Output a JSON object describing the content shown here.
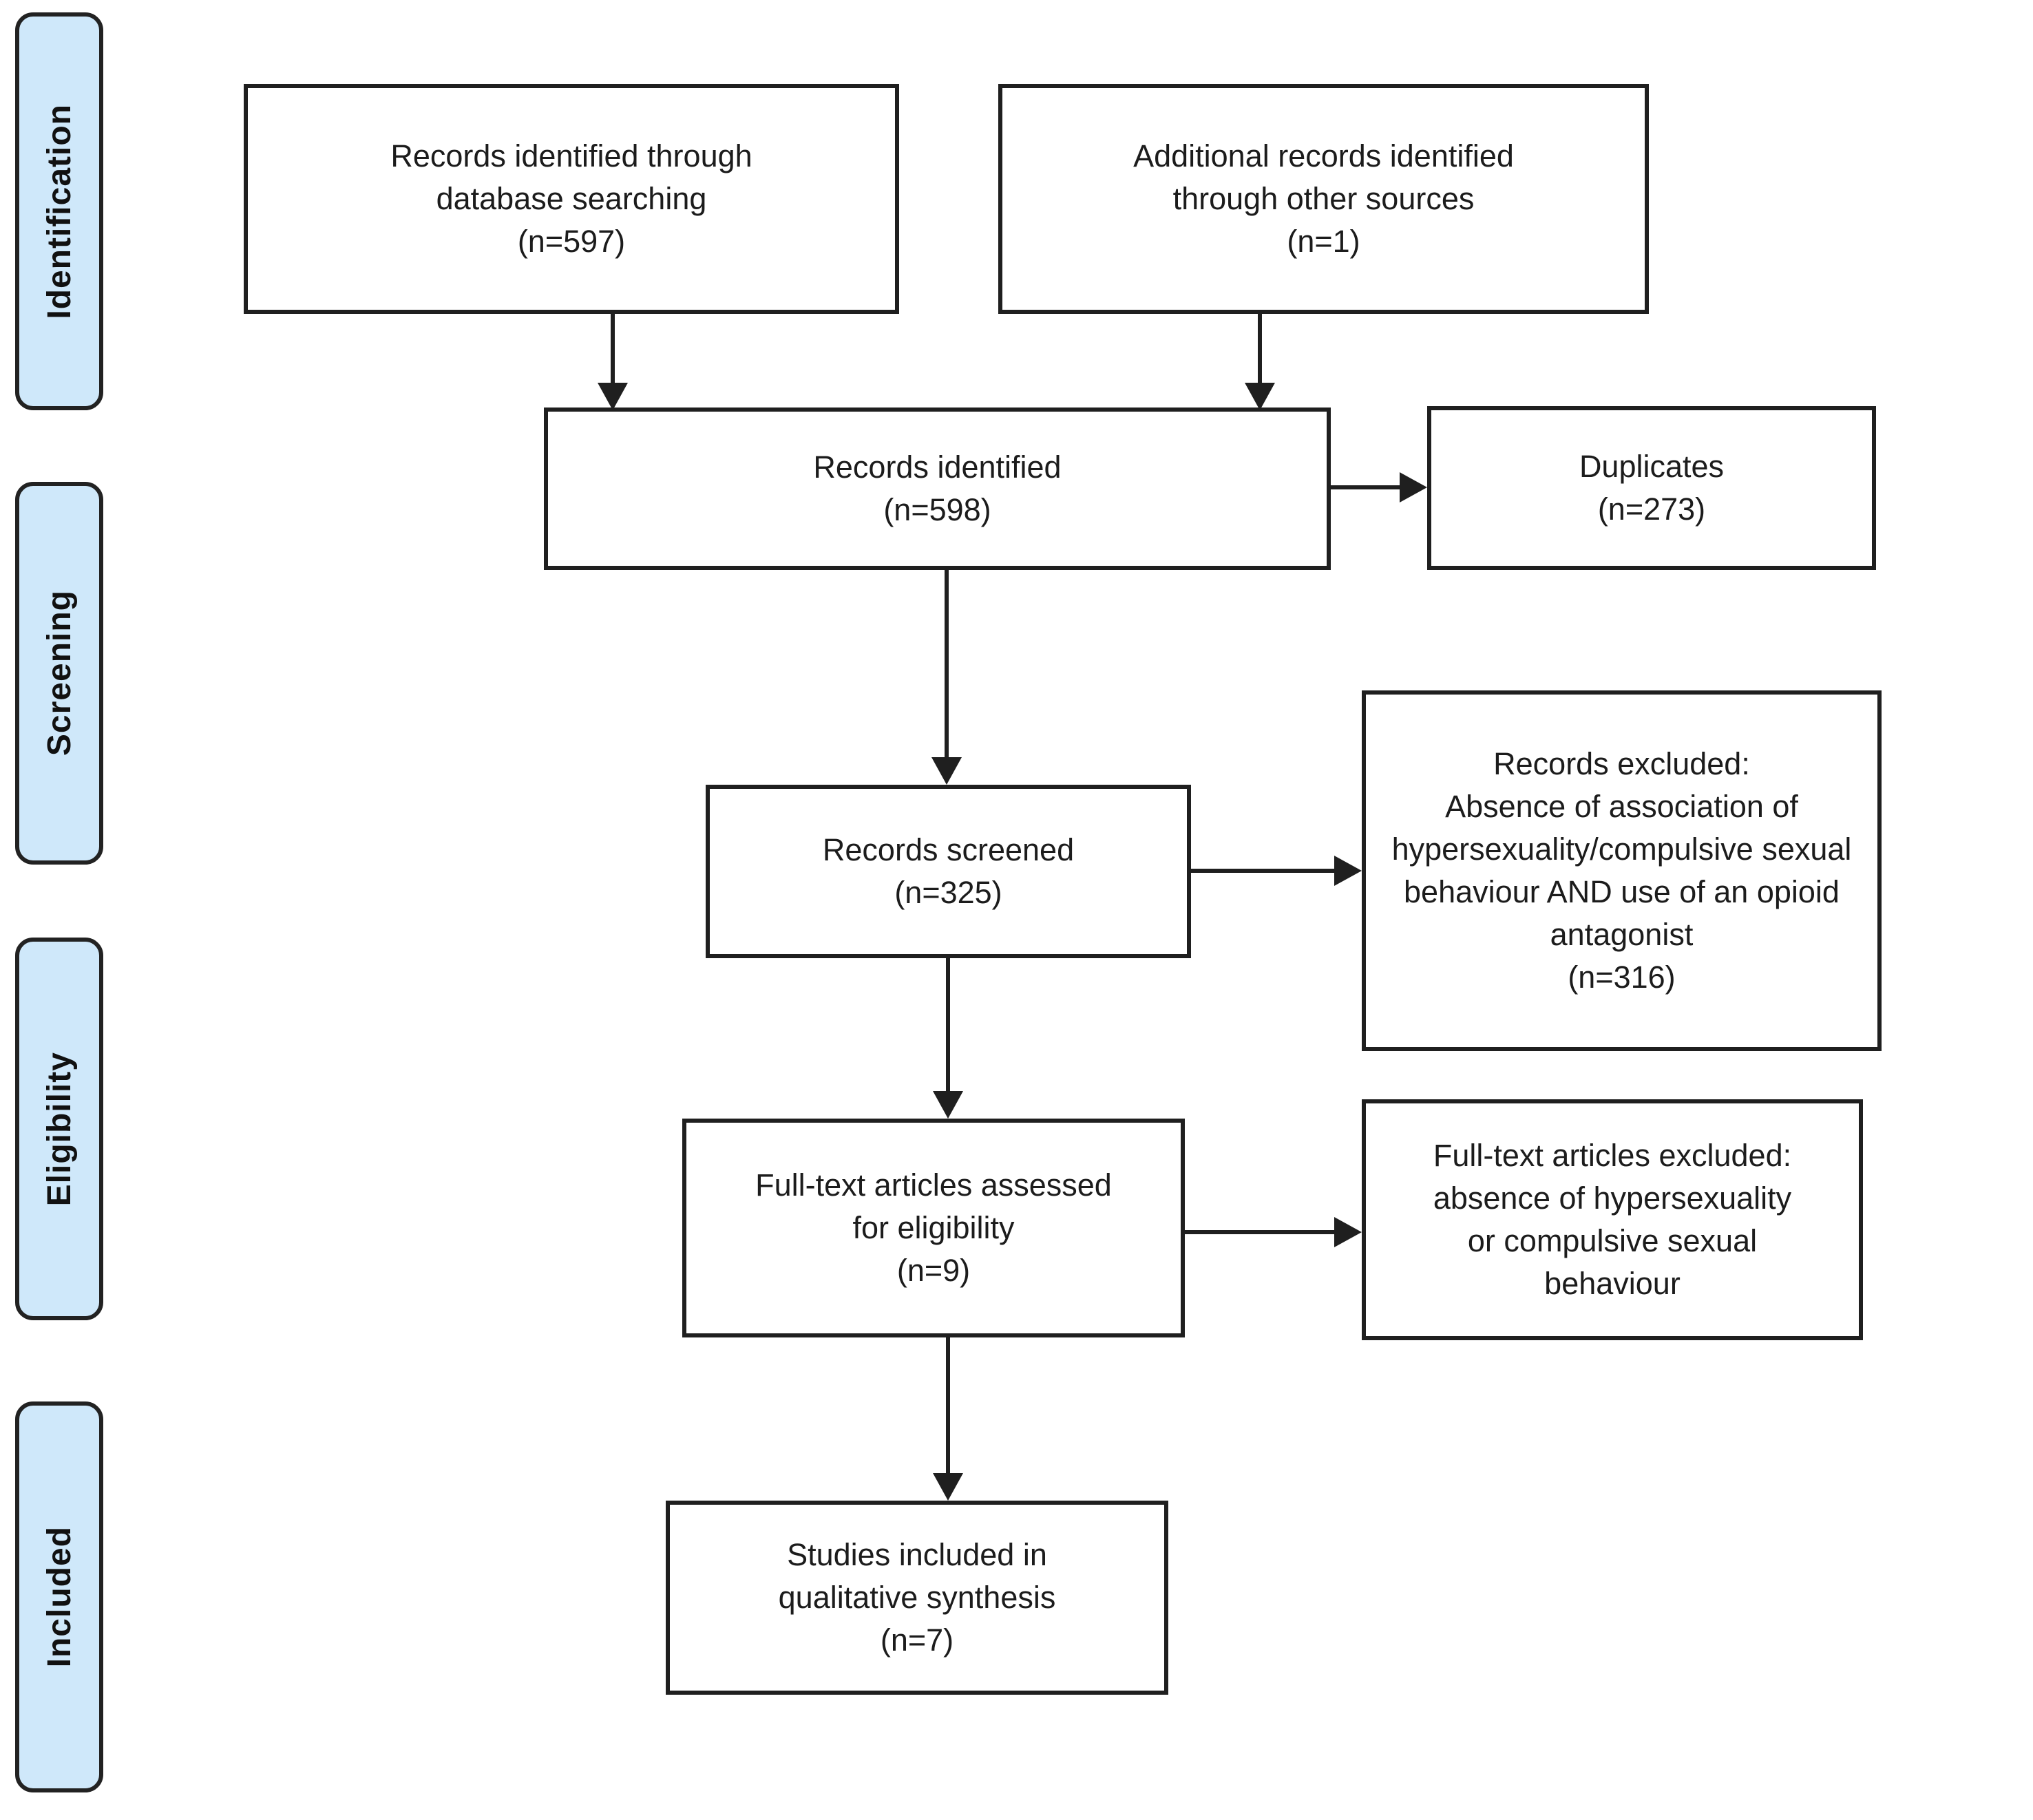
{
  "diagram": {
    "type": "prisma-flowchart",
    "stages": [
      {
        "label": "Identification"
      },
      {
        "label": "Screening"
      },
      {
        "label": "Eligibility"
      },
      {
        "label": "Included"
      }
    ],
    "nodes": {
      "db_records": {
        "text": "Records identified through\ndatabase searching\n(n=597)"
      },
      "other_records": {
        "text": "Additional records identified\nthrough other sources\n(n=1)"
      },
      "identified": {
        "text": "Records identified\n(n=598)"
      },
      "duplicates": {
        "text": "Duplicates\n(n=273)"
      },
      "screened": {
        "text": "Records screened\n(n=325)"
      },
      "records_excluded": {
        "text": "Records excluded:\nAbsence of association of\nhypersexuality/compulsive sexual\nbehaviour AND use of an opioid\nantagonist\n(n=316)"
      },
      "fulltext_assessed": {
        "text": "Full-text articles assessed\nfor eligibility\n(n=9)"
      },
      "fulltext_excluded": {
        "text": "Full-text articles excluded:\nabsence of hypersexuality\nor compulsive sexual\nbehaviour"
      },
      "included_studies": {
        "text": "Studies included in\nqualitative synthesis\n(n=7)"
      }
    },
    "colors": {
      "stage_fill": "#cfe8fa",
      "border": "#1f1f1f",
      "background": "#ffffff"
    }
  }
}
